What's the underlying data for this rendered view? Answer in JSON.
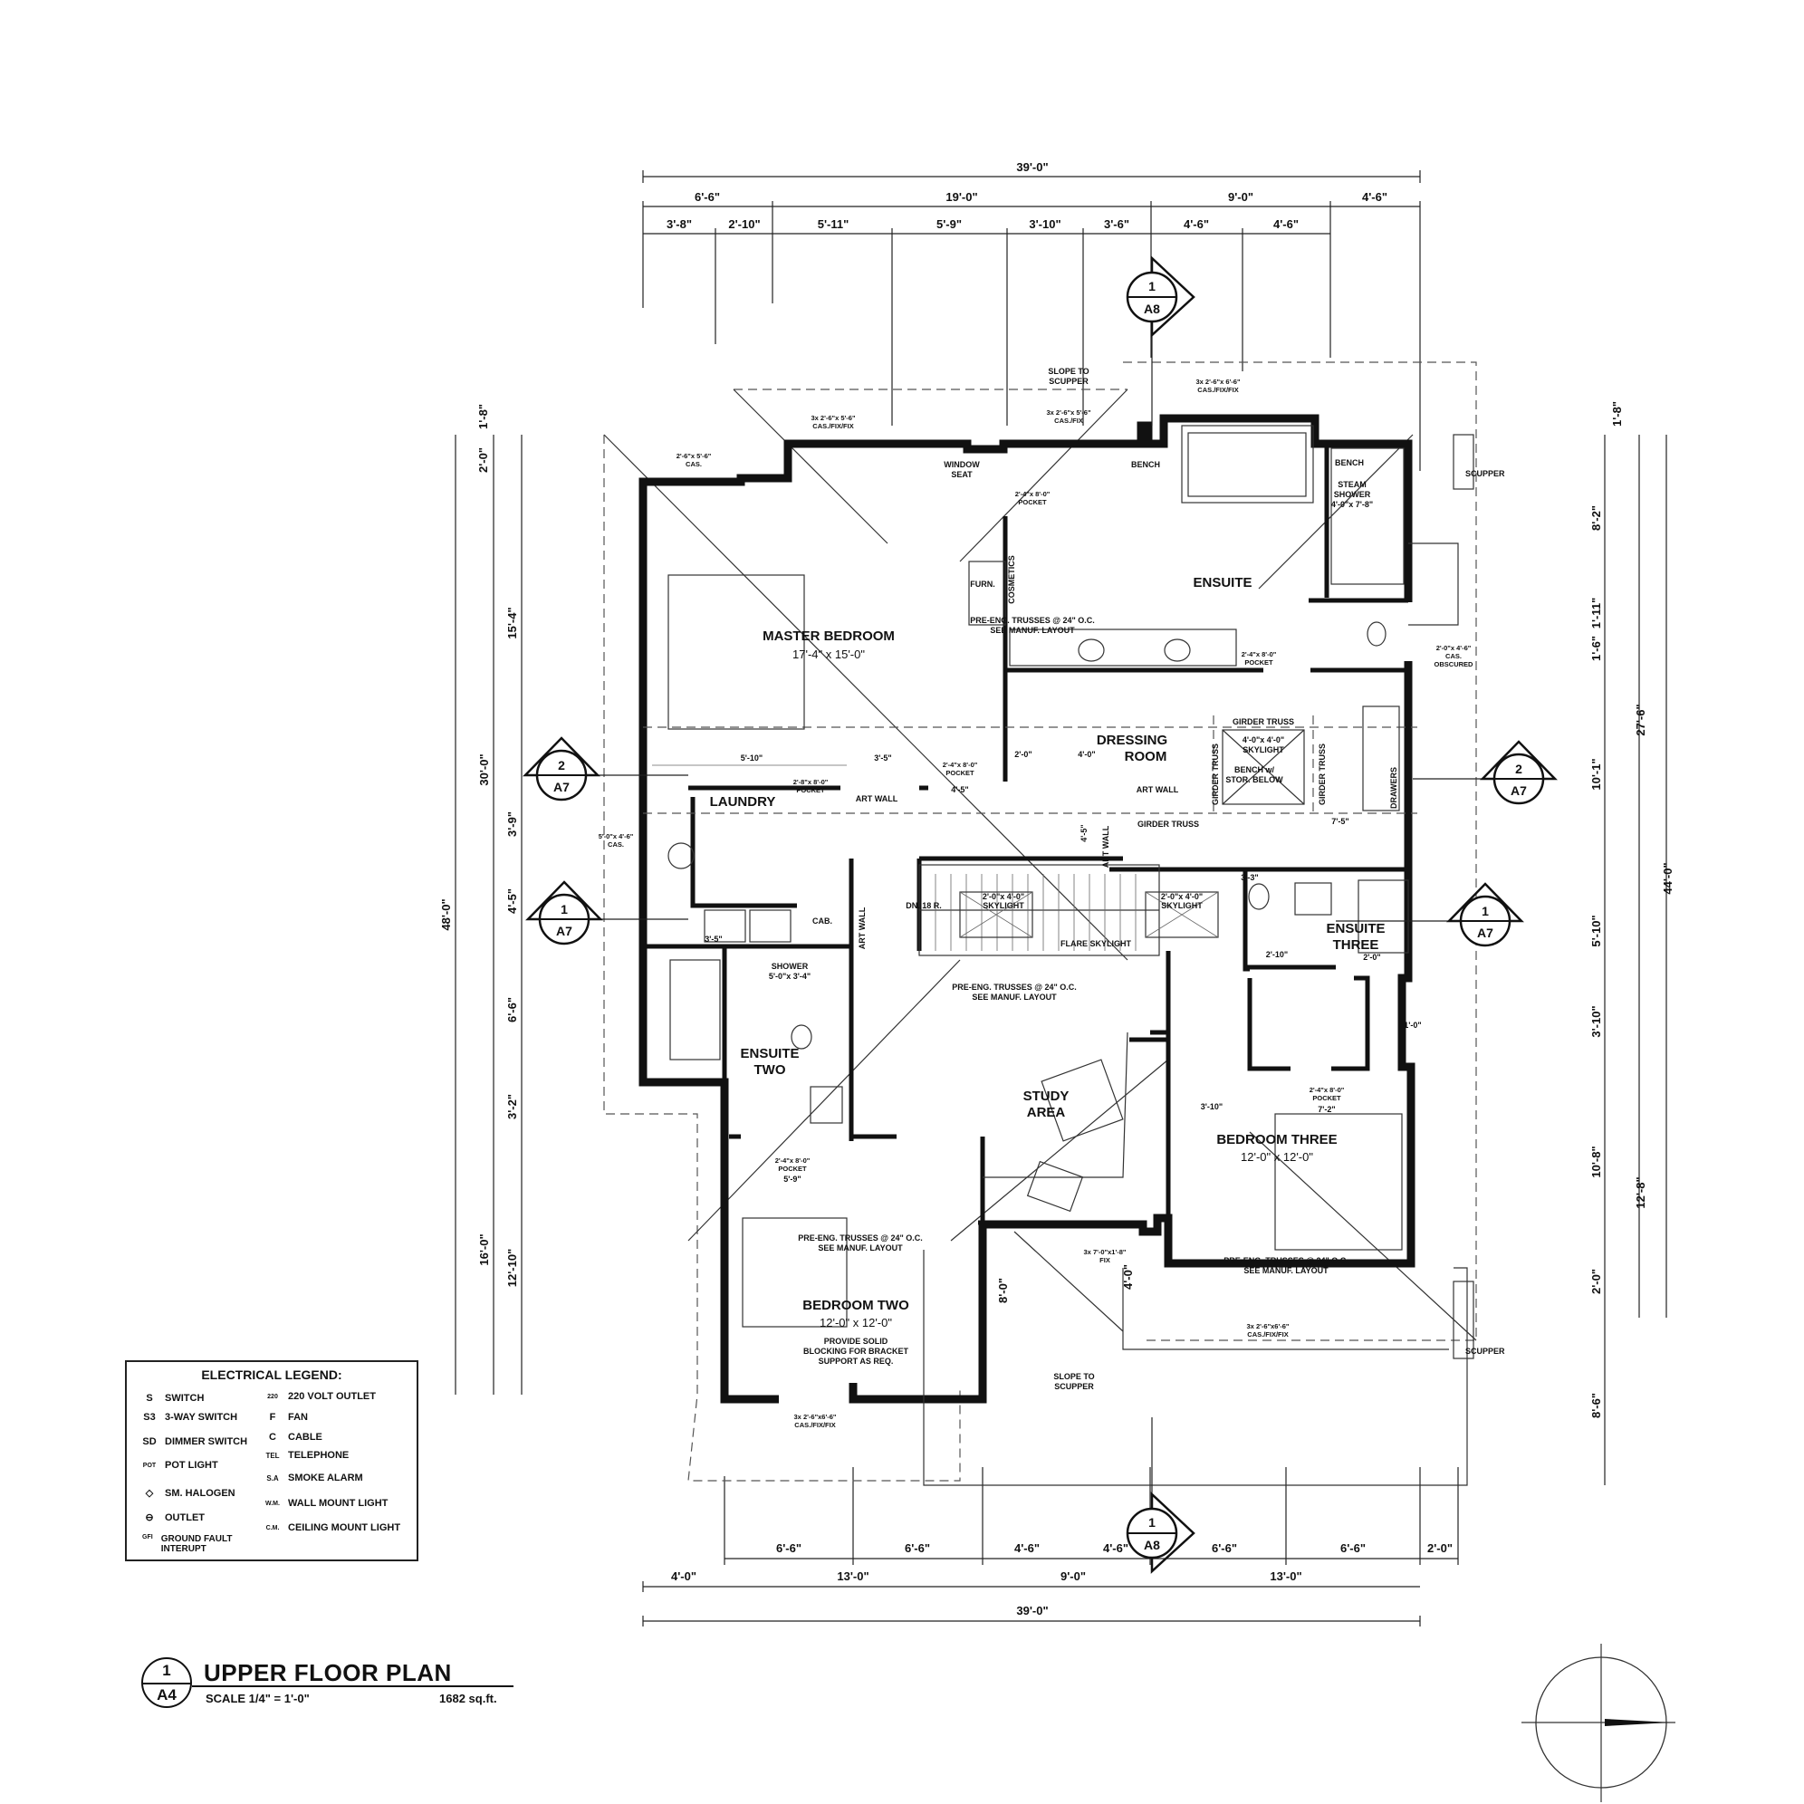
{
  "title_block": {
    "detail_number": "1",
    "sheet": "A4",
    "title": "UPPER FLOOR PLAN",
    "scale": "SCALE 1/4\" = 1'-0\"",
    "area": "1682 sq.ft."
  },
  "rooms": {
    "master_bedroom": "MASTER BEDROOM",
    "master_bedroom_size": "17'-4\" x 15'-0\"",
    "ensuite": "ENSUITE",
    "dressing_room_1": "DRESSING",
    "dressing_room_2": "ROOM",
    "laundry": "LAUNDRY",
    "ensuite_two_1": "ENSUITE",
    "ensuite_two_2": "TWO",
    "ensuite_three_1": "ENSUITE",
    "ensuite_three_2": "THREE",
    "study_area_1": "STUDY",
    "study_area_2": "AREA",
    "bedroom_two": "BEDROOM TWO",
    "bedroom_two_size": "12'-0\" x 12'-0\"",
    "bedroom_three": "BEDROOM THREE",
    "bedroom_three_size": "12'-0\" x 12'-0\""
  },
  "dims_top": {
    "overall": "39'-0\"",
    "row2": [
      "6'-6\"",
      "19'-0\"",
      "9'-0\"",
      "4'-6\""
    ],
    "row3": [
      "3'-8\"",
      "2'-10\"",
      "5'-11\"",
      "5'-9\"",
      "3'-10\"",
      "3'-6\"",
      "4'-6\"",
      "4'-6\""
    ]
  },
  "dims_bottom": {
    "row1": [
      "6'-6\"",
      "6'-6\"",
      "4'-6\"",
      "4'-6\"",
      "6'-6\"",
      "6'-6\"",
      "2'-0\""
    ],
    "row2": [
      "4'-0\"",
      "13'-0\"",
      "9'-0\"",
      "13'-0\""
    ],
    "overall": "39'-0\""
  },
  "dims_left": {
    "overall": "48'-0\"",
    "mid": [
      "30'-0\"",
      "16'-0\""
    ],
    "inner": [
      "1'-8\"",
      "2'-0\"",
      "15'-4\"",
      "3'-9\"",
      "4'-5\"",
      "6'-6\"",
      "3'-2\"",
      "12'-10\""
    ]
  },
  "dims_right": {
    "overall": "44'-0\"",
    "mid": [
      "27'-6\"",
      "12'-8\""
    ],
    "inner": [
      "1'-8\"",
      "8'-2\"",
      "1'-11\"",
      "1'-6\"",
      "10'-1\"",
      "5'-10\"",
      "3'-10\"",
      "10'-8\"",
      "2'-0\"",
      "8'-6\""
    ]
  },
  "section_markers": [
    {
      "num": "1",
      "sheet": "A8"
    },
    {
      "num": "1",
      "sheet": "A8"
    },
    {
      "num": "2",
      "sheet": "A7"
    },
    {
      "num": "2",
      "sheet": "A7"
    },
    {
      "num": "1",
      "sheet": "A7"
    },
    {
      "num": "1",
      "sheet": "A7"
    }
  ],
  "notes": {
    "slope_top_1": "SLOPE TO",
    "slope_top_2": "SCUPPER",
    "slope_bot_1": "SLOPE TO",
    "slope_bot_2": "SCUPPER",
    "scupper_1": "SCUPPER",
    "scupper_2": "SCUPPER",
    "window_seat_1": "WINDOW",
    "window_seat_2": "SEAT",
    "bench_1": "BENCH",
    "bench_2": "BENCH",
    "steam_1": "STEAM",
    "steam_2": "SHOWER",
    "steam_3": "4'-0\"x 7'-8\"",
    "furn": "FURN.",
    "cosmetics": "COSMETICS",
    "trusses_1a": "PRE-ENG. TRUSSES @ 24\" O.C.",
    "trusses_1b": "SEE MANUF. LAYOUT",
    "trusses_2a": "PRE-ENG. TRUSSES @ 24\" O.C.",
    "trusses_2b": "SEE MANUF. LAYOUT",
    "trusses_3a": "PRE-ENG. TRUSSES @ 24\" O.C.",
    "trusses_3b": "SEE MANUF. LAYOUT",
    "trusses_4a": "PRE-ENG. TRUSSES @ 24\" O.C.",
    "trusses_4b": "SEE MANUF. LAYOUT",
    "girder_truss_1": "GIRDER TRUSS",
    "girder_truss_2": "GIRDER TRUSS",
    "girder_truss_v1": "GIRDER TRUSS",
    "girder_truss_v2": "GIRDER TRUSS",
    "skylight_main_1": "4'-0\"x 4'-0\"",
    "skylight_main_2": "SKYLIGHT",
    "bench_stor_1": "BENCH w/",
    "bench_stor_2": "STOR. BELOW",
    "drawers": "DRAWERS",
    "art_wall_1": "ART WALL",
    "art_wall_2": "ART WALL",
    "art_wall_v1": "ART WALL",
    "art_wall_v2": "ART WALL",
    "skylight_a_1": "2'-0\"x 4'-0\"",
    "skylight_a_2": "SKYLIGHT",
    "skylight_b_1": "2'-0\"x 4'-0\"",
    "skylight_b_2": "SKYLIGHT",
    "flare_skylight": "FLARE SKYLIGHT",
    "dn_stairs": "DN. 18 R.",
    "shower_1": "SHOWER",
    "shower_2": "5'-0\"x 3'-4\"",
    "cab": "CAB.",
    "solid_1": "PROVIDE SOLID",
    "solid_2": "BLOCKING FOR BRACKET",
    "solid_3": "SUPPORT AS REQ.",
    "win_top_1a": "3x 2'-6\"x 5'-6\"",
    "win_top_1b": "CAS./FIX/FIX",
    "win_top_2a": "3x 2'-6\"x 6'-6\"",
    "win_top_2b": "CAS./FIX/FIX",
    "win_top_3a": "3x 2'-6\"x 5'-6\"",
    "win_top_3b": "CAS./FIX",
    "win_left_a": "2'-6\"x 5'-6\"",
    "win_left_b": "CAS.",
    "win_laundry_a": "5'-0\"x 4'-6\"",
    "win_laundry_b": "CAS.",
    "win_ens_a": "2'-0\"x 4'-6\"",
    "win_ens_b": "CAS.",
    "win_ens_c": "OBSCURED",
    "win_bot_1a": "3x 2'-6\"x6'-6\"",
    "win_bot_1b": "CAS./FIX/FIX",
    "win_bot_2a": "3x 2'-6\"x6'-6\"",
    "win_bot_2b": "CAS./FIX/FIX",
    "win_bot_3a": "3x 7'-0\"x1'-8\"",
    "win_bot_3b": "FIX",
    "pocket_1a": "2'-4\"x 8'-0\"",
    "pocket_1b": "POCKET",
    "pocket_2a": "2'-4\"x 8'-0\"",
    "pocket_2b": "POCKET",
    "pocket_3a": "2'-4\"x 8'-0\"",
    "pocket_3b": "POCKET",
    "pocket_4a": "2'-8\"x 8'-0\"",
    "pocket_4b": "POCKET",
    "pocket_5a": "2'-4\"x 8'-0\"",
    "pocket_5b": "POCKET",
    "pocket_6a": "2'-4\"x 8'-0\"",
    "pocket_6b": "POCKET"
  },
  "interior_dims": [
    "5'-10\"",
    "3'-5\"",
    "4'-5\"",
    "2'-0\"",
    "4'-0\"",
    "3'-5\"",
    "1'-0\"",
    "5'-9\"",
    "3'-10\"",
    "7'-2\"",
    "7'-5\"",
    "3'-3\"",
    "2'-10\"",
    "2'-0\"",
    "4'-5\"",
    "8'-0\"",
    "4'-0\""
  ],
  "legend": {
    "title": "ELECTRICAL LEGEND:",
    "items": [
      {
        "symbol": "S",
        "label": "SWITCH",
        "icon": "switch-icon"
      },
      {
        "symbol": "S3",
        "label": "3-WAY SWITCH",
        "icon": "three-way-switch-icon"
      },
      {
        "symbol": "SD",
        "label": "DIMMER SWITCH",
        "icon": "dimmer-switch-icon"
      },
      {
        "symbol": "POT",
        "label": "POT LIGHT",
        "icon": "pot-light-icon"
      },
      {
        "symbol": "◇",
        "label": "SM. HALOGEN",
        "icon": "halogen-icon"
      },
      {
        "symbol": "⊖",
        "label": "OUTLET",
        "icon": "outlet-icon"
      },
      {
        "symbol": "GFI",
        "label": "GROUND FAULT INTERUPT",
        "icon": "gfi-outlet-icon"
      },
      {
        "symbol": "220",
        "label": "220 VOLT OUTLET",
        "icon": "220v-outlet-icon"
      },
      {
        "symbol": "F",
        "label": "FAN",
        "icon": "fan-icon"
      },
      {
        "symbol": "C",
        "label": "CABLE",
        "icon": "cable-icon"
      },
      {
        "symbol": "TEL",
        "label": "TELEPHONE",
        "icon": "telephone-icon"
      },
      {
        "symbol": "S.A",
        "label": "SMOKE ALARM",
        "icon": "smoke-alarm-icon"
      },
      {
        "symbol": "W.M.",
        "label": "WALL MOUNT LIGHT",
        "icon": "wall-mount-light-icon"
      },
      {
        "symbol": "C.M.",
        "label": "CEILING MOUNT LIGHT",
        "icon": "ceiling-mount-light-icon"
      }
    ]
  }
}
